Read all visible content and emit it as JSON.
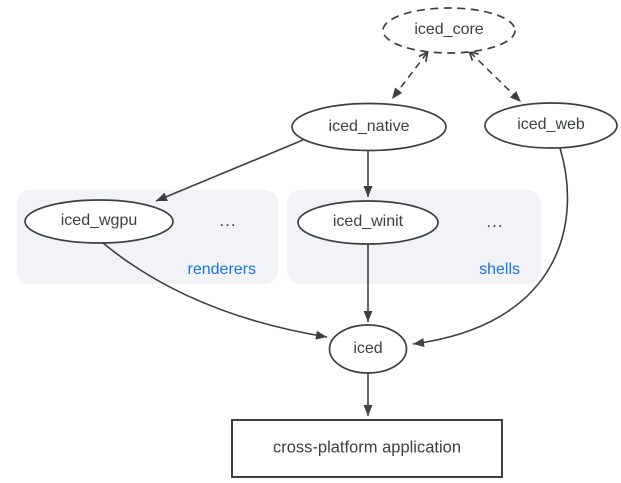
{
  "diagram": {
    "nodes": {
      "core": "iced_core",
      "native": "iced_native",
      "web": "iced_web",
      "wgpu": "iced_wgpu",
      "winit": "iced_winit",
      "iced": "iced",
      "app": "cross-platform application"
    },
    "groups": {
      "renderers": {
        "label": "renderers",
        "more": "..."
      },
      "shells": {
        "label": "shells",
        "more": "..."
      }
    },
    "edges": [
      {
        "from": "iced_core",
        "to": "iced_native",
        "style": "dashed"
      },
      {
        "from": "iced_core",
        "to": "iced_web",
        "style": "dashed"
      },
      {
        "from": "iced_native",
        "to": "iced_wgpu",
        "style": "solid"
      },
      {
        "from": "iced_native",
        "to": "iced_winit",
        "style": "solid"
      },
      {
        "from": "iced_wgpu",
        "to": "iced",
        "style": "solid-curved"
      },
      {
        "from": "iced_winit",
        "to": "iced",
        "style": "solid"
      },
      {
        "from": "iced_web",
        "to": "iced",
        "style": "solid-curved"
      },
      {
        "from": "iced",
        "to": "cross-platform application",
        "style": "solid"
      }
    ],
    "colors": {
      "stroke": "#3c4043",
      "label_text": "#3c4043",
      "group_label": "#1a73e8",
      "group_fill": "#f1f3f6",
      "node_fill": "#ffffff"
    }
  }
}
